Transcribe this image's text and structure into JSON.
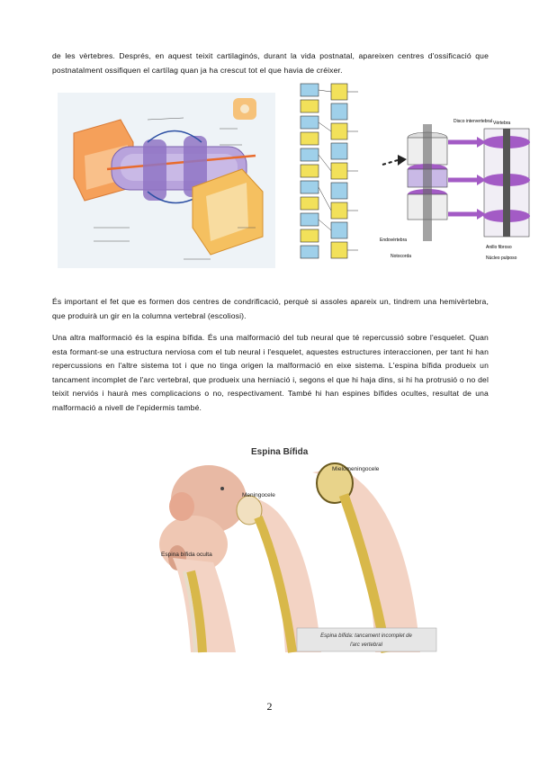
{
  "paragraphs": {
    "p1": "de les vèrtebres. Després, en aquest teixit cartilaginós, durant la vida postnatal, apareixen centres d'ossificació que postnatalment ossifiquen el cartílag quan ja ha crescut tot el que havia de créixer.",
    "p2": "És important el fet que es formen dos centres de condrificació, perquè si assoles apareix un, tindrem una hemivèrtebra, que produirà un gir en la columna vertebral (escoliosi).",
    "p3": "Una altra malformació és la espina bífida. És una malformació del tub neural que té repercussió sobre l'esquelet. Quan esta formant-se una estructura nerviosa com el tub neural i l'esquelet, aquestes estructures interaccionen, per tant hi han repercussions en l'altre sistema tot i que no tinga origen la malformació en eixe sistema. L'espina bífida produeix un tancament incomplet de l'arc vertebral, que produeix una herniació i, segons el que hi haja dins, si hi ha protrusió o no del teixit nerviós i haurà mes complicacions o no, respectivament. També hi han espines bífides ocultes, resultat de una malformació a nivell de l'epidermis també."
  },
  "figure2": {
    "labels": [
      "Disco intervertebral",
      "Vértebra",
      "Endovértebra",
      "Notocorda",
      "Anillo fibroso",
      "Núcleo pulposo"
    ]
  },
  "figure_spina": {
    "title": "Espina Bífida",
    "labels": [
      "Mielomeningocele",
      "Meningocele",
      "Espina bífida oculta"
    ],
    "caption_line1": "Espina bífida: tancament incomplet de",
    "caption_line2": "l'arc vertebral"
  },
  "page_number": "2",
  "colors": {
    "text": "#111111",
    "cartilage": "#f5a05a",
    "notochord_purple": "#9b7fc8",
    "vertebra_yellow": "#f2e15a",
    "vertebra_blue": "#9fd0ea",
    "disc_purple": "#a35bc5",
    "skin": "#e8b9a4",
    "spinal_cord": "#d8b84a"
  }
}
